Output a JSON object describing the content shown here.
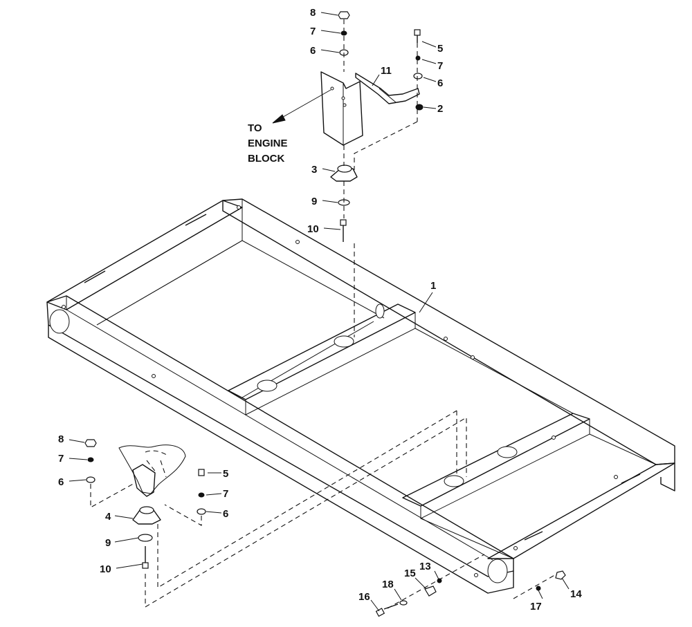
{
  "diagram": {
    "callouts": [
      "1",
      "2",
      "3",
      "4",
      "5",
      "5",
      "6",
      "6",
      "6",
      "6",
      "7",
      "7",
      "7",
      "7",
      "8",
      "8",
      "9",
      "9",
      "10",
      "10",
      "11",
      "13",
      "14",
      "15",
      "16",
      "17",
      "18"
    ],
    "note": [
      "TO",
      "ENGINE",
      "BLOCK"
    ]
  }
}
